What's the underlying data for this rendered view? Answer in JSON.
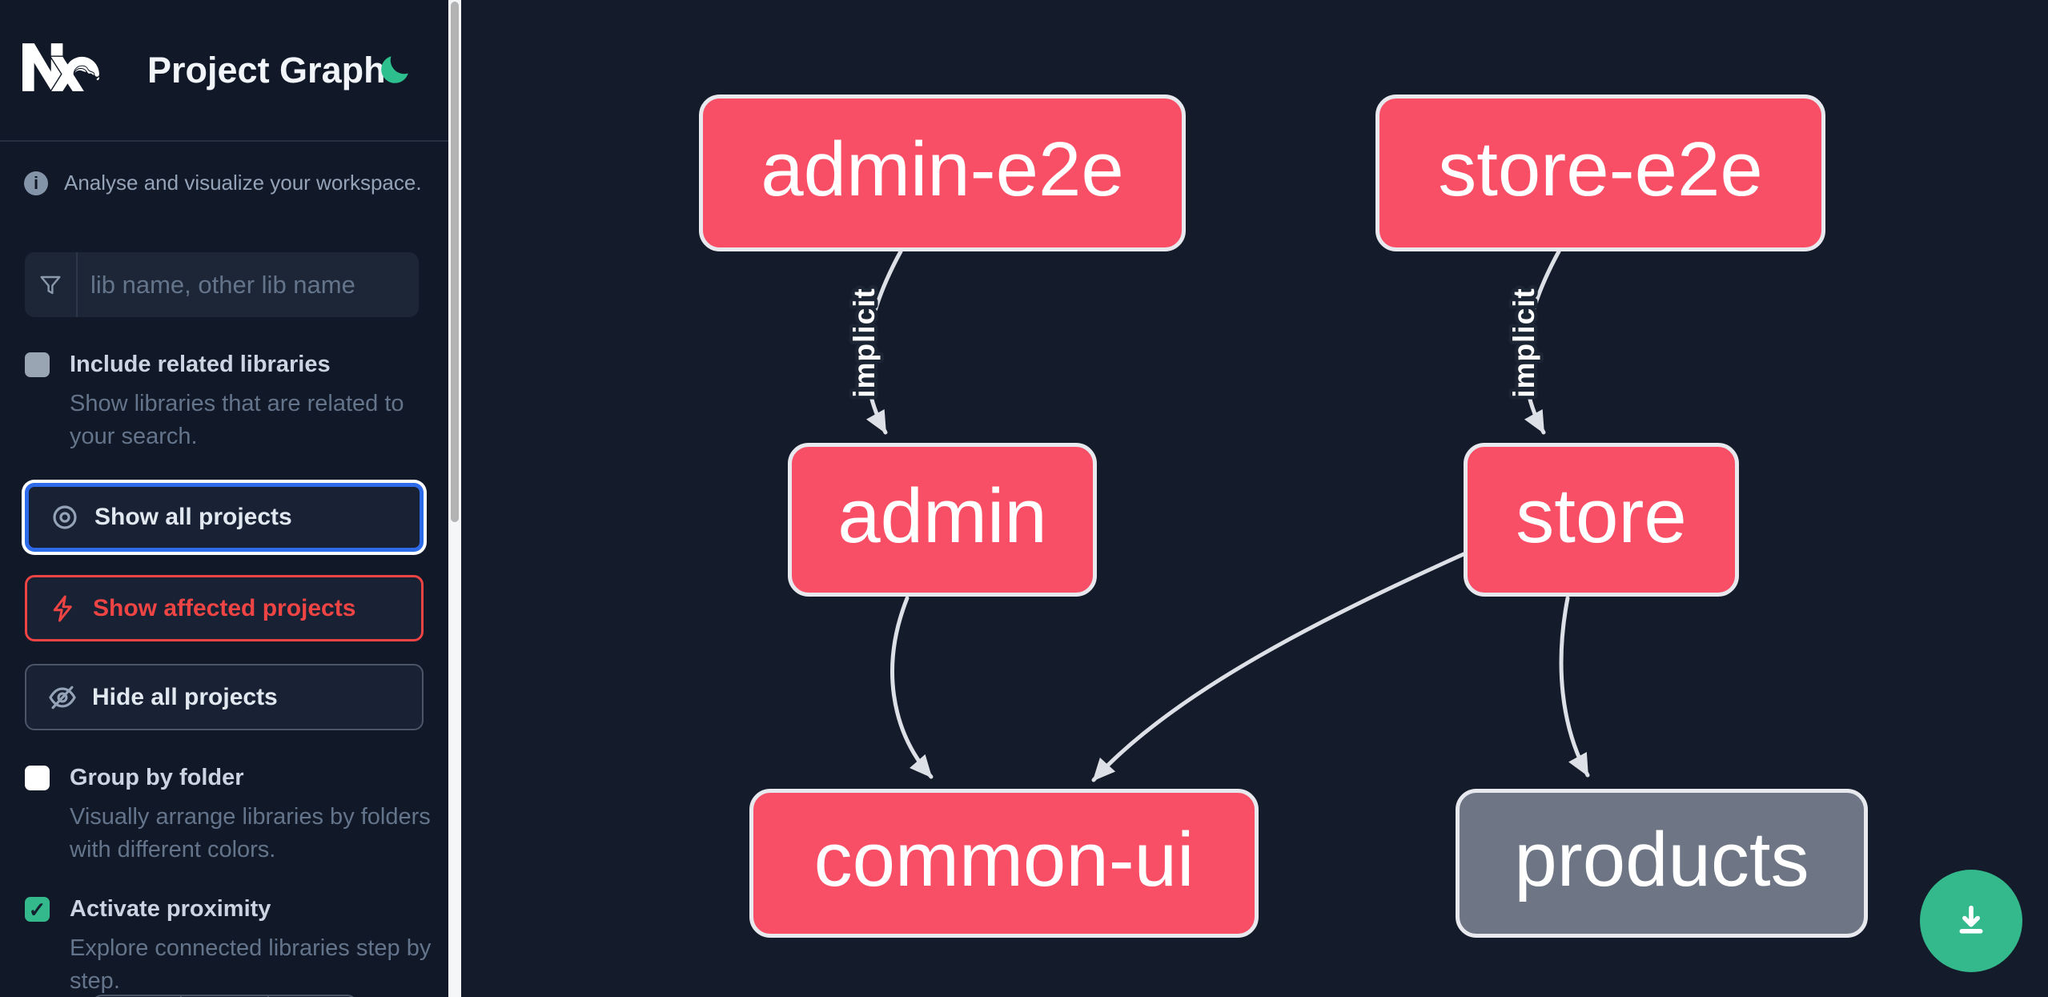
{
  "header": {
    "title": "Project Graph"
  },
  "sidebar": {
    "tagline": "Analyse and visualize your workspace.",
    "search": {
      "placeholder": "lib name, other lib name",
      "icon": "funnel-icon"
    },
    "checkboxes": [
      {
        "label": "Include related libraries",
        "description": "Show libraries that are related to your search.",
        "checked": false,
        "check_glyph": ""
      },
      {
        "label": "Group by folder",
        "description": "Visually arrange libraries by folders with different colors.",
        "checked": false,
        "check_glyph": ""
      },
      {
        "label": "Activate proximity",
        "description": "Explore connected libraries step by step.",
        "checked": true,
        "check_glyph": "✓"
      }
    ],
    "buttons": [
      {
        "label": "Show all projects",
        "icon": "eye-icon",
        "state": "focused"
      },
      {
        "label": "Show affected projects",
        "icon": "bolt-icon",
        "state": "affected"
      },
      {
        "label": "Hide all projects",
        "icon": "eye-off-icon",
        "state": "default"
      }
    ]
  },
  "graph": {
    "nodes": [
      {
        "id": "admin-e2e",
        "label": "admin-e2e",
        "color": "pink"
      },
      {
        "id": "store-e2e",
        "label": "store-e2e",
        "color": "pink"
      },
      {
        "id": "admin",
        "label": "admin",
        "color": "pink"
      },
      {
        "id": "store",
        "label": "store",
        "color": "pink"
      },
      {
        "id": "common-ui",
        "label": "common-ui",
        "color": "pink"
      },
      {
        "id": "products",
        "label": "products",
        "color": "gray"
      }
    ],
    "edges": [
      {
        "from": "admin-e2e",
        "to": "admin",
        "label": "implicit"
      },
      {
        "from": "store-e2e",
        "to": "store",
        "label": "implicit"
      },
      {
        "from": "admin",
        "to": "common-ui",
        "label": ""
      },
      {
        "from": "store",
        "to": "common-ui",
        "label": ""
      },
      {
        "from": "store",
        "to": "products",
        "label": ""
      }
    ]
  },
  "fab": {
    "icon": "download-icon"
  },
  "colors": {
    "canvas_bg": "#141b2a",
    "sidebar_bg": "#111827",
    "node_pink": "#f94f66",
    "node_gray": "#6e7686",
    "node_border": "#e7e9ee",
    "edge": "#dde0e6",
    "accent_blue": "#2e6be8",
    "affected_red": "#ef4444",
    "success_green": "#34b98c",
    "moon_green": "#2ebf8f",
    "muted_text": "#64748b",
    "label_text": "#cbd5e1"
  }
}
